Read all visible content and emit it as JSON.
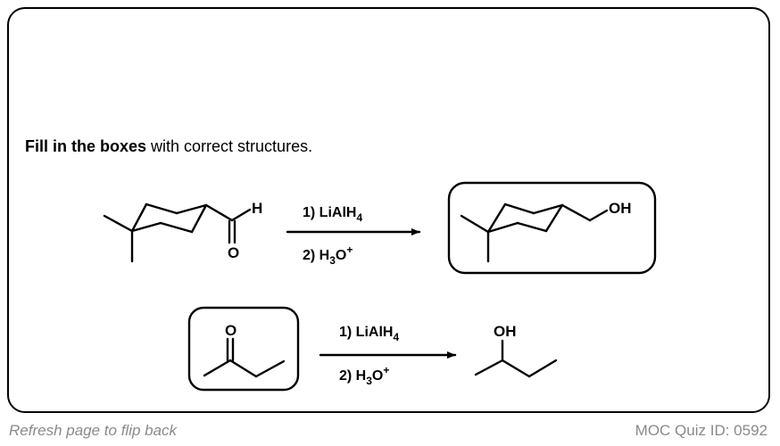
{
  "prompt": {
    "bold": "Fill in the boxes",
    "rest": " with correct structures."
  },
  "reaction1": {
    "start_atoms": {
      "H": "H",
      "O": "O"
    },
    "reagent1": {
      "main": "1) LiAlH",
      "sub": "4"
    },
    "reagent2": {
      "main": "2) H",
      "sub": "3",
      "after": "O",
      "sup": "+"
    },
    "product_atoms": {
      "OH": "OH"
    }
  },
  "reaction2": {
    "start_atoms": {
      "O": "O"
    },
    "reagent1": {
      "main": "1) LiAlH",
      "sub": "4"
    },
    "reagent2": {
      "main": "2) H",
      "sub": "3",
      "after": "O",
      "sup": "+"
    },
    "product_atoms": {
      "OH": "OH"
    }
  },
  "footer": {
    "left": "Refresh page to flip back",
    "right": "MOC Quiz ID: 0592"
  }
}
